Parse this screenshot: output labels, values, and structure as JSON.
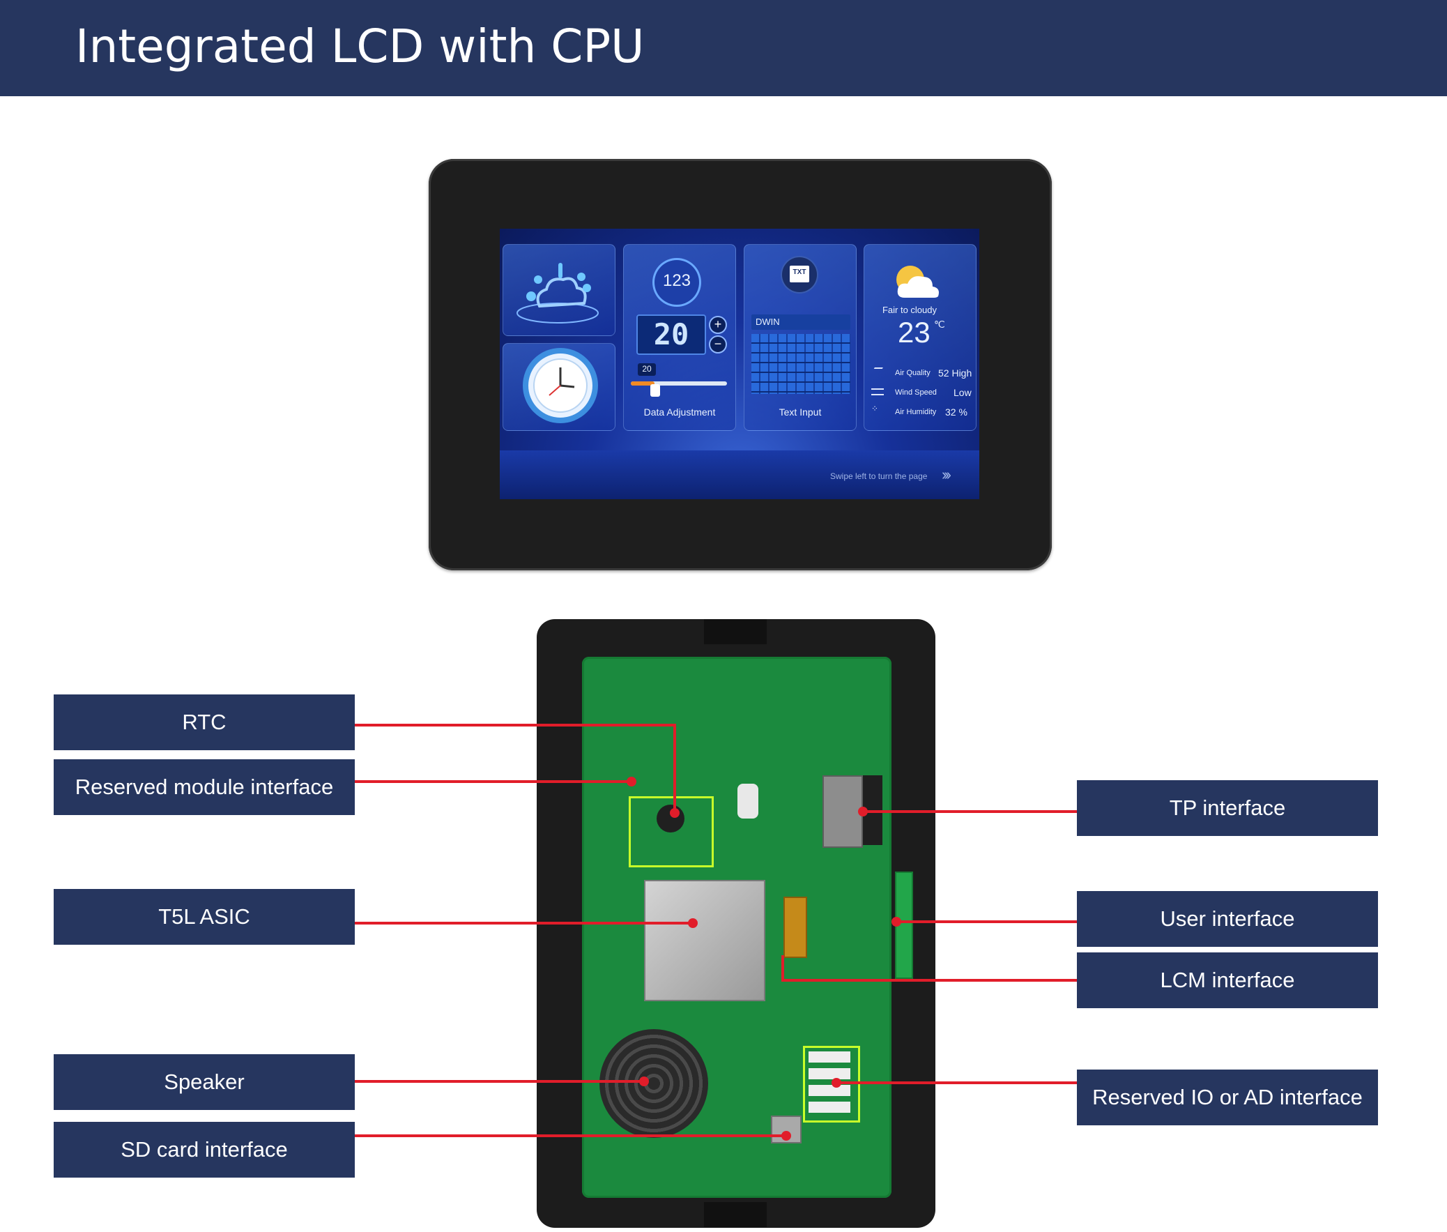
{
  "title": "Integrated LCD with CPU",
  "screen": {
    "tiles": {
      "number_badge": "123",
      "data_value": "20",
      "slider_value": "20",
      "data_caption": "Data Adjustment",
      "badge_txt": "TXT",
      "input_text": "DWIN",
      "text_caption": "Text Input",
      "weather_state": "Fair to cloudy",
      "temperature": "23",
      "temp_unit": "℃",
      "rows": [
        {
          "label": "Air Quality",
          "value": "52 High"
        },
        {
          "label": "Wind Speed",
          "value": "Low"
        },
        {
          "label": "Air Humidity",
          "value": "32 %"
        }
      ]
    },
    "swipe_hint": "Swipe left to turn the page"
  },
  "labels": {
    "rtc": "RTC",
    "reserved_module": "Reserved module interface",
    "t5l": "T5L ASIC",
    "speaker": "Speaker",
    "sd_card": "SD card interface",
    "tp": "TP interface",
    "user": "User interface",
    "lcm": "LCM interface",
    "reserved_io": "Reserved IO or AD interface"
  },
  "colors": {
    "label_bg": "#26365f",
    "leader_line": "#e11d2a",
    "pcb_green": "#1b8a3e",
    "highlight_box": "#c8ff2a"
  }
}
